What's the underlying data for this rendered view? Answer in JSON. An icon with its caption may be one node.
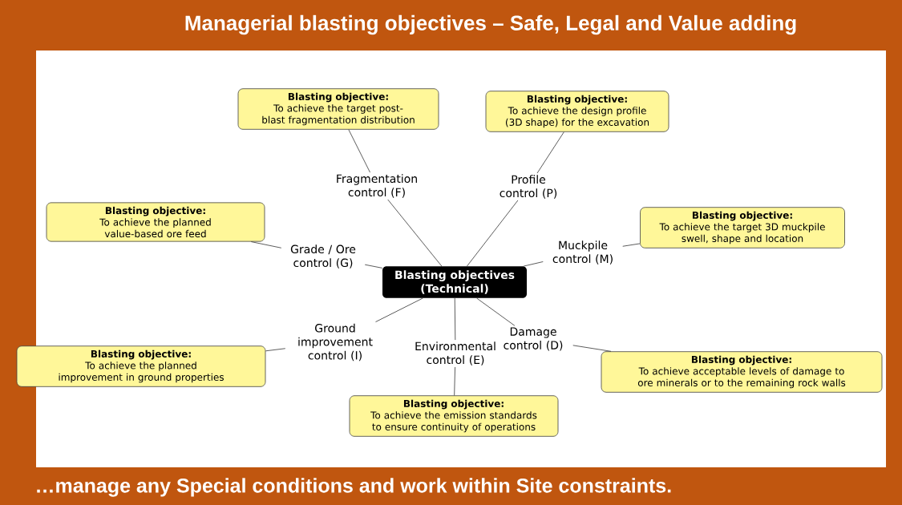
{
  "diagram": {
    "title": "Managerial blasting objectives – Safe, Legal and Value adding",
    "caption": "…manage any Special conditions and work within Site constraints.",
    "nodes": [
      {
        "text": [
          "Blasting objectives (Technical)"
        ]
      },
      {
        "text": [
          "Fragmentation control (F)"
        ]
      },
      {
        "text": [
          "Blasting objective:",
          "To achieve the target post-blast fragmentation distribution"
        ]
      },
      {
        "text": [
          "Profile control (P)"
        ]
      },
      {
        "text": [
          "Blasting objective:",
          "To achieve the design profile (3D shape) for the excavation"
        ]
      },
      {
        "text": [
          "Grade / Ore control (G)"
        ]
      },
      {
        "text": [
          "Blasting objective:",
          "To achieve the planned value-based ore feed"
        ]
      },
      {
        "text": [
          "Muckpile control (M)"
        ]
      },
      {
        "text": [
          "Blasting objective:",
          "To achieve the target 3D muckpile swell, shape and location"
        ]
      },
      {
        "text": [
          "Ground improvement control (I)"
        ]
      },
      {
        "text": [
          "Blasting objective:",
          "To achieve the planned improvement in ground properties"
        ]
      },
      {
        "text": [
          "Environmental control (E)"
        ]
      },
      {
        "text": [
          "Blasting objective:",
          "To achieve the emission standards to ensure continuity of operations"
        ]
      },
      {
        "text": [
          "Damage control (D)"
        ]
      },
      {
        "text": [
          "Blasting objective:",
          "To achieve acceptable levels of damage to ore minerals or to the remaining rock walls"
        ]
      }
    ],
    "edges": [
      {
        "from": 0,
        "to": 1,
        "arrow": "none"
      },
      {
        "from": 1,
        "to": 2,
        "arrow": "none"
      },
      {
        "from": 0,
        "to": 3,
        "arrow": "none"
      },
      {
        "from": 3,
        "to": 4,
        "arrow": "none"
      },
      {
        "from": 0,
        "to": 5,
        "arrow": "none"
      },
      {
        "from": 5,
        "to": 6,
        "arrow": "none"
      },
      {
        "from": 0,
        "to": 7,
        "arrow": "none"
      },
      {
        "from": 7,
        "to": 8,
        "arrow": "none"
      },
      {
        "from": 0,
        "to": 9,
        "arrow": "none"
      },
      {
        "from": 9,
        "to": 10,
        "arrow": "none"
      },
      {
        "from": 0,
        "to": 11,
        "arrow": "none"
      },
      {
        "from": 11,
        "to": 12,
        "arrow": "none"
      },
      {
        "from": 0,
        "to": 13,
        "arrow": "none"
      },
      {
        "from": 13,
        "to": 14,
        "arrow": "none"
      }
    ]
  }
}
